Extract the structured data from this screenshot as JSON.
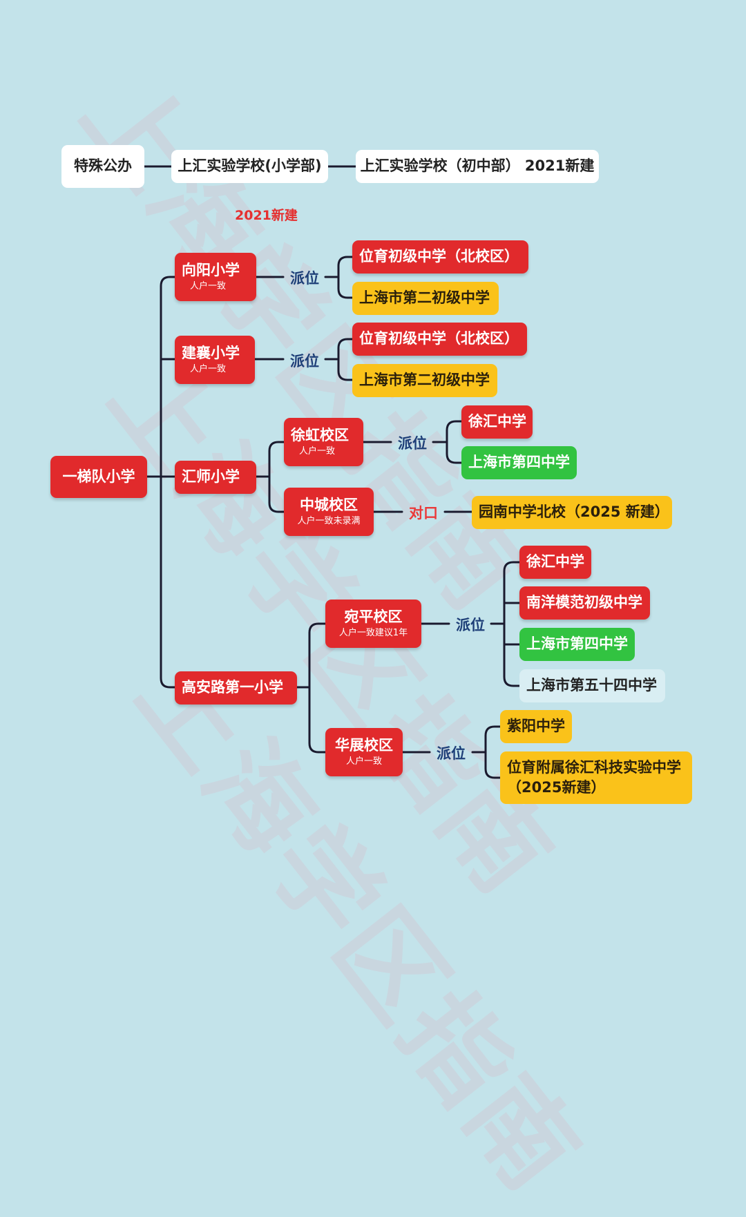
{
  "watermark": "上海学区指南",
  "header": {
    "category": "特殊公办",
    "school": "上汇实验学校(小学部)",
    "target": "上汇实验学校（初中部） 2021新建",
    "note": "2021新建"
  },
  "root": "一梯队小学",
  "schools": [
    {
      "name": "向阳小学",
      "sub": "人户一致",
      "relation": "派位",
      "targets": [
        "位育初级中学（北校区）",
        "上海市第二初级中学"
      ]
    },
    {
      "name": "建襄小学",
      "sub": "人户一致",
      "relation": "派位",
      "targets": [
        "位育初级中学（北校区）",
        "上海市第二初级中学"
      ]
    },
    {
      "name": "汇师小学",
      "campuses": [
        {
          "name": "徐虹校区",
          "sub": "人户一致",
          "relation": "派位",
          "targets": [
            "徐汇中学",
            "上海市第四中学"
          ]
        },
        {
          "name": "中城校区",
          "sub": "人户一致未录满",
          "relation": "对口",
          "targets": [
            "园南中学北校（2025 新建）"
          ]
        }
      ]
    },
    {
      "name": "高安路第一小学",
      "campuses": [
        {
          "name": "宛平校区",
          "sub": "人户一致建议1年",
          "relation": "派位",
          "targets": [
            "徐汇中学",
            "南洋模范初级中学",
            "上海市第四中学",
            "上海市第五十四中学"
          ]
        },
        {
          "name": "华展校区",
          "sub": "人户一致",
          "relation": "派位",
          "targets": [
            "紫阳中学",
            "位育附属徐汇科技实验中学",
            "（2025新建）"
          ]
        }
      ]
    }
  ],
  "colors": {
    "background": "#c3e3ea",
    "red": "#e12a2c",
    "yellow": "#fac21a",
    "green": "#32c341",
    "white": "#ffffff",
    "line": "#1a1a2e",
    "label": "#1e3f78",
    "red_text": "#ea3a3a"
  }
}
